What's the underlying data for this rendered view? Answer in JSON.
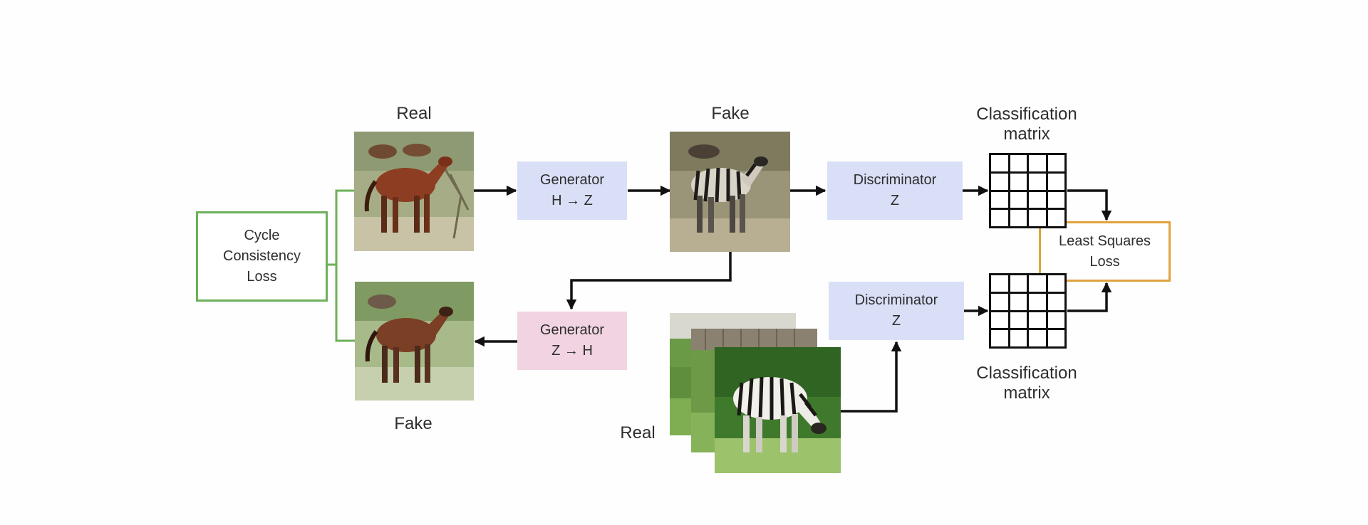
{
  "real_horse_label": "Real",
  "fake_zebra_label": "Fake",
  "fake_horse_label": "Fake",
  "real_zebra_label": "Real",
  "generator_hz": {
    "title": "Generator",
    "mapping": "H → Z"
  },
  "generator_zh": {
    "title": "Generator",
    "mapping": "Z → H"
  },
  "discriminator_top": {
    "title": "Discriminator",
    "domain": "Z"
  },
  "discriminator_bottom": {
    "title": "Discriminator",
    "domain": "Z"
  },
  "cycle_loss": {
    "line1": "Cycle",
    "line2": "Consistency",
    "line3": "Loss"
  },
  "least_squares_loss": {
    "line1": "Least Squares",
    "line2": "Loss"
  },
  "classification_top": {
    "line1": "Classification",
    "line2": "matrix"
  },
  "classification_bottom": {
    "line1": "Classification",
    "line2": "matrix"
  },
  "colors": {
    "generator_hz": "#d9dff7",
    "generator_zh": "#f1d3e1",
    "discriminator": "#d9dff7",
    "cycle_border": "#6cb05a",
    "least_squares_border": "#e0a23e",
    "arrow": "#111111"
  }
}
